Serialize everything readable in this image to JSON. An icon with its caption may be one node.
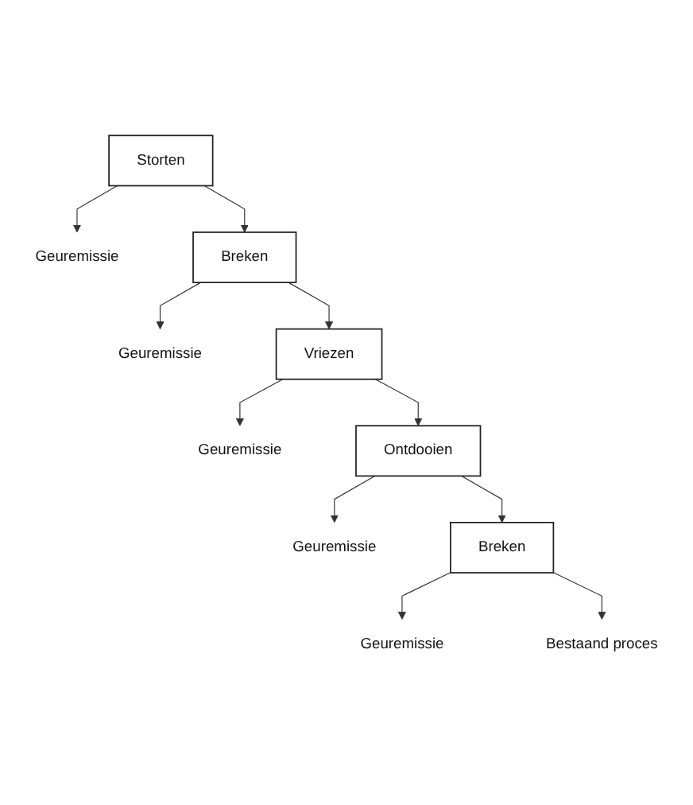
{
  "diagram": {
    "nodes": [
      {
        "text": [
          "Storten"
        ]
      },
      {
        "text": [
          "Geuremissie"
        ]
      },
      {
        "text": [
          "Breken"
        ]
      },
      {
        "text": [
          "Geuremissie"
        ]
      },
      {
        "text": [
          "Vriezen"
        ]
      },
      {
        "text": [
          "Geuremissie"
        ]
      },
      {
        "text": [
          "Ontdooien"
        ]
      },
      {
        "text": [
          "Geuremissie"
        ]
      },
      {
        "text": [
          "Breken"
        ]
      },
      {
        "text": [
          "Geuremissie"
        ]
      },
      {
        "text": [
          "Bestaand proces"
        ]
      }
    ],
    "edges": [
      {
        "from": 0,
        "to": 1,
        "arrow": "to"
      },
      {
        "from": 0,
        "to": 2,
        "arrow": "to"
      },
      {
        "from": 2,
        "to": 3,
        "arrow": "to"
      },
      {
        "from": 2,
        "to": 4,
        "arrow": "to"
      },
      {
        "from": 4,
        "to": 5,
        "arrow": "to"
      },
      {
        "from": 4,
        "to": 6,
        "arrow": "to"
      },
      {
        "from": 6,
        "to": 7,
        "arrow": "to"
      },
      {
        "from": 6,
        "to": 8,
        "arrow": "to"
      },
      {
        "from": 8,
        "to": 9,
        "arrow": "to"
      },
      {
        "from": 8,
        "to": 10,
        "arrow": "to"
      }
    ]
  }
}
